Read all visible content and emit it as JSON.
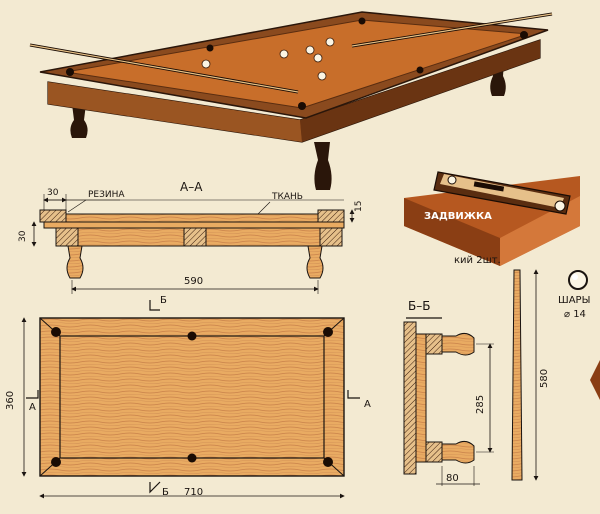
{
  "colors": {
    "paper": "#f3ead2",
    "felt": "#c86e2a",
    "wood": "#8a4a1e",
    "wood_dark": "#3a1d0c",
    "light_wood": "#e9ab62",
    "ink": "#1a1410"
  },
  "section_aa": {
    "title": "А–А",
    "rubber_label": "РЕЗИНА",
    "cloth_label": "ТКАНЬ",
    "dim_30_top": "30",
    "dim_30_side": "30",
    "dim_15": "15",
    "dim_590": "590"
  },
  "latch": {
    "label": "ЗАДВИЖКА"
  },
  "cue": {
    "label": "кий 2шт.",
    "dim_580": "580"
  },
  "balls": {
    "label": "ШАРЫ",
    "diameter": "⌀ 14"
  },
  "plan": {
    "section_mark_top": "Б",
    "section_mark_bottom": "Б",
    "section_mark_left": "А",
    "section_mark_right": "А",
    "dim_360": "360",
    "dim_710": "710"
  },
  "section_bb": {
    "title": "Б–Б",
    "dim_285": "285",
    "dim_80": "80"
  }
}
